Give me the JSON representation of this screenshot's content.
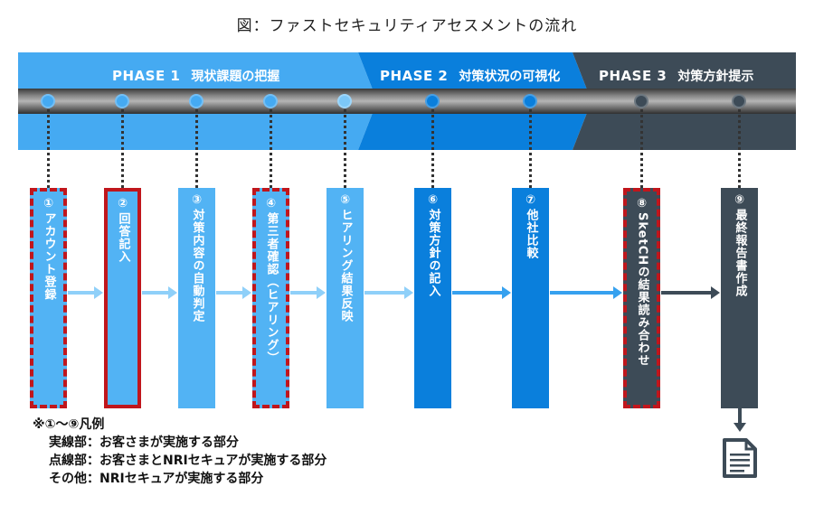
{
  "title": "図：ファストセキュリティアセスメントの流れ",
  "phases": [
    {
      "number": "PHASE 1",
      "label": "現状課題の把握",
      "color": "#45aaf2"
    },
    {
      "number": "PHASE 2",
      "label": "対策状況の可視化",
      "color": "#0a7fdc"
    },
    {
      "number": "PHASE 3",
      "label": "対策方針提示",
      "color": "#3d4b57"
    }
  ],
  "steps": [
    {
      "num": "①",
      "text": "アカウント登録",
      "fill": "#52b3f4",
      "border": "dashed"
    },
    {
      "num": "②",
      "text": "回答記入",
      "fill": "#52b3f4",
      "border": "solid"
    },
    {
      "num": "③",
      "text": "対策内容の自動判定",
      "fill": "#52b3f4",
      "border": "none"
    },
    {
      "num": "④",
      "text": "第三者確認（ヒアリング）",
      "fill": "#52b3f4",
      "border": "dashed"
    },
    {
      "num": "⑤",
      "text": "ヒアリング結果反映",
      "fill": "#52b3f4",
      "border": "none"
    },
    {
      "num": "⑥",
      "text": "対策方針の記入",
      "fill": "#0a7fdc",
      "border": "none"
    },
    {
      "num": "⑦",
      "text": "他社比較",
      "fill": "#0a7fdc",
      "border": "none"
    },
    {
      "num": "⑧",
      "text": "SketCHの結果読み合わせ",
      "fill": "#3d4b57",
      "border": "dashed"
    },
    {
      "num": "⑨",
      "text": "最終報告書作成",
      "fill": "#3d4b57",
      "border": "none"
    }
  ],
  "legend": {
    "heading": "※①～⑨凡例",
    "solid": "実線部：お客さまが実施する部分",
    "dashed": "点線部：お客さまとNRIセキュアが実施する部分",
    "other": "その他：NRIセキュアが実施する部分"
  },
  "colors": {
    "accent_red": "#c0161c",
    "light_blue": "#52b3f4",
    "mid_blue": "#0a7fdc",
    "dark_slate": "#3d4b57"
  },
  "icons": {
    "final": "document-icon"
  }
}
